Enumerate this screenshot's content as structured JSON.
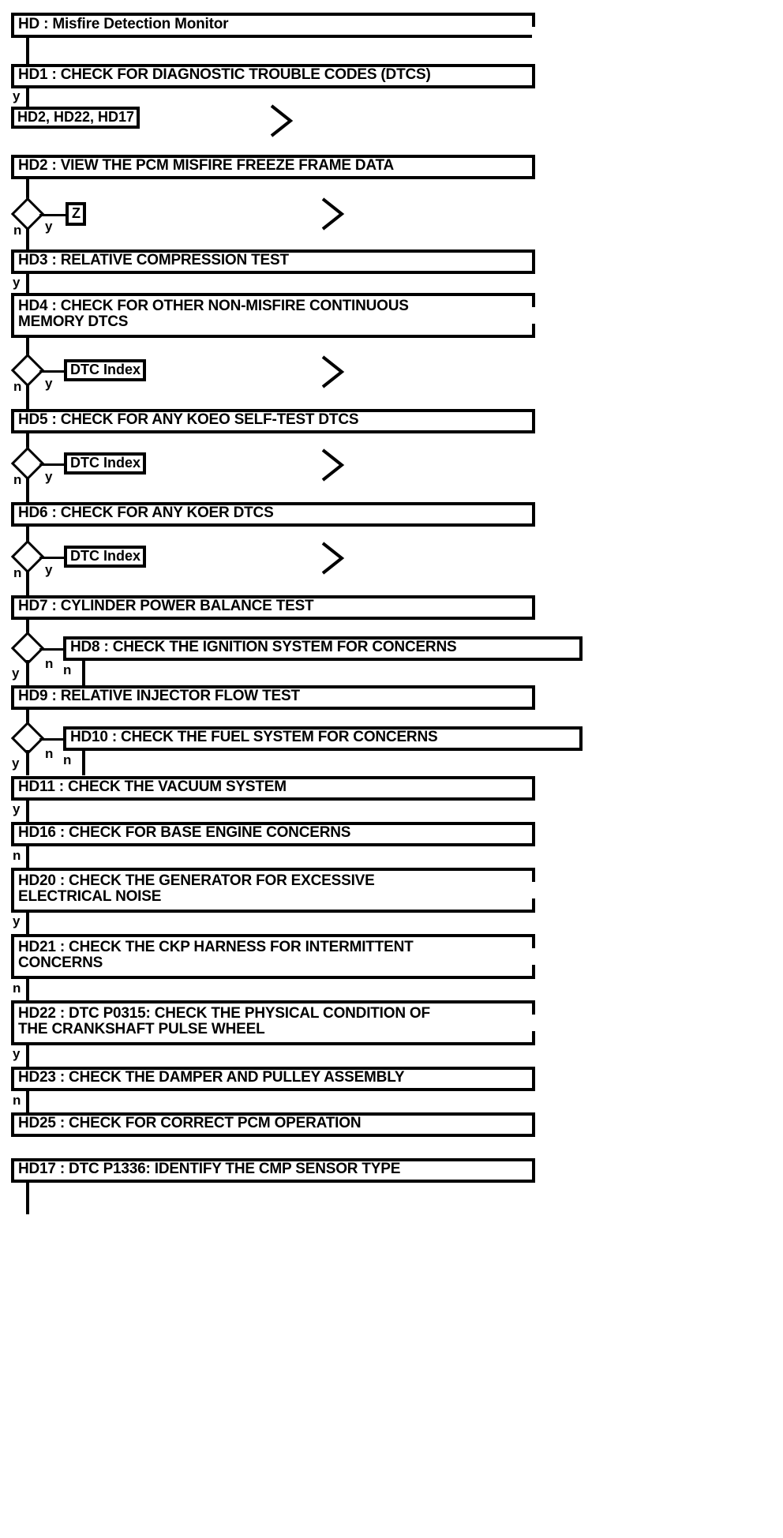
{
  "diagram": {
    "type": "flowchart",
    "title": "HD : Misfire Detection Monitor",
    "branch_labels": {
      "yes": "y",
      "no": "n"
    },
    "nodes": [
      {
        "id": "HD",
        "label": "HD : Misfire Detection Monitor"
      },
      {
        "id": "HD1",
        "label": "HD1 : CHECK FOR DIAGNOSTIC TROUBLE CODES (DTCS)"
      },
      {
        "id": "REF1",
        "label": "HD2, HD22, HD17"
      },
      {
        "id": "HD2",
        "label": "HD2 : VIEW THE PCM MISFIRE FREEZE FRAME DATA"
      },
      {
        "id": "REFZ",
        "label": "Z"
      },
      {
        "id": "HD3",
        "label": "HD3 : RELATIVE COMPRESSION TEST"
      },
      {
        "id": "HD4",
        "label": "HD4 : CHECK FOR OTHER NON-MISFIRE CONTINUOUS\nMEMORY DTCS"
      },
      {
        "id": "REF2",
        "label": "DTC Index"
      },
      {
        "id": "HD5",
        "label": "HD5 : CHECK FOR ANY KOEO SELF-TEST DTCS"
      },
      {
        "id": "REF3",
        "label": "DTC Index"
      },
      {
        "id": "HD6",
        "label": "HD6 : CHECK FOR ANY KOER DTCS"
      },
      {
        "id": "REF4",
        "label": "DTC Index"
      },
      {
        "id": "HD7",
        "label": "HD7 : CYLINDER POWER BALANCE TEST"
      },
      {
        "id": "HD8",
        "label": "HD8 : CHECK THE IGNITION SYSTEM FOR CONCERNS"
      },
      {
        "id": "HD9",
        "label": "HD9 : RELATIVE INJECTOR FLOW TEST"
      },
      {
        "id": "HD10",
        "label": "HD10 : CHECK THE FUEL SYSTEM FOR CONCERNS"
      },
      {
        "id": "HD11",
        "label": "HD11 : CHECK THE VACUUM SYSTEM"
      },
      {
        "id": "HD16",
        "label": "HD16 : CHECK FOR BASE ENGINE CONCERNS"
      },
      {
        "id": "HD20",
        "label": "HD20 : CHECK THE GENERATOR FOR EXCESSIVE\nELECTRICAL NOISE"
      },
      {
        "id": "HD21",
        "label": "HD21 : CHECK THE CKP HARNESS FOR INTERMITTENT\nCONCERNS"
      },
      {
        "id": "HD22",
        "label": "HD22 : DTC P0315: CHECK THE PHYSICAL CONDITION OF\nTHE CRANKSHAFT PULSE WHEEL"
      },
      {
        "id": "HD23",
        "label": "HD23 : CHECK THE DAMPER AND PULLEY ASSEMBLY"
      },
      {
        "id": "HD25",
        "label": "HD25 : CHECK FOR CORRECT PCM OPERATION"
      },
      {
        "id": "HD17",
        "label": "HD17 : DTC P1336: IDENTIFY THE CMP SENSOR TYPE"
      }
    ],
    "edges": [
      {
        "from": "HD",
        "to": "HD1",
        "label": ""
      },
      {
        "from": "HD1",
        "to": "REF1",
        "label": "y"
      },
      {
        "from": "HD2",
        "to": "REFZ",
        "label": "y"
      },
      {
        "from": "HD2",
        "to": "HD3",
        "label": "n"
      },
      {
        "from": "HD3",
        "to": "HD4",
        "label": "y"
      },
      {
        "from": "HD4",
        "to": "REF2",
        "label": "y"
      },
      {
        "from": "HD4",
        "to": "HD5",
        "label": "n"
      },
      {
        "from": "HD5",
        "to": "REF3",
        "label": "y"
      },
      {
        "from": "HD5",
        "to": "HD6",
        "label": "n"
      },
      {
        "from": "HD6",
        "to": "REF4",
        "label": "y"
      },
      {
        "from": "HD6",
        "to": "HD7",
        "label": "n"
      },
      {
        "from": "HD7",
        "to": "HD8",
        "label": "n"
      },
      {
        "from": "HD8",
        "to": "HD9",
        "label": "n"
      },
      {
        "from": "HD9",
        "to": "HD10",
        "label": "n"
      },
      {
        "from": "HD10",
        "to": "HD11",
        "label": "n"
      },
      {
        "from": "HD11",
        "to": "HD16",
        "label": "y"
      },
      {
        "from": "HD16",
        "to": "HD20",
        "label": "n"
      },
      {
        "from": "HD20",
        "to": "HD21",
        "label": "y"
      },
      {
        "from": "HD21",
        "to": "HD22",
        "label": "n"
      },
      {
        "from": "HD22",
        "to": "HD23",
        "label": "y"
      },
      {
        "from": "HD23",
        "to": "HD25",
        "label": "n"
      }
    ],
    "continuation_markers": 5
  }
}
